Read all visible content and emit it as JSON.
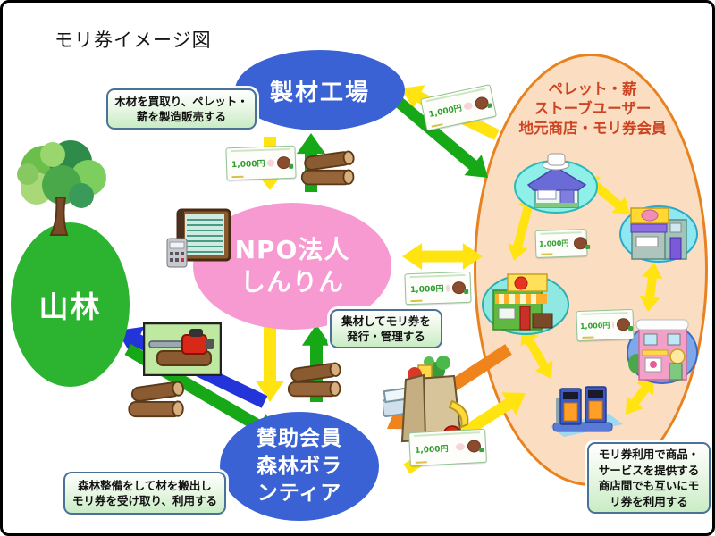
{
  "title": "モリ券イメージ図",
  "nodes": {
    "sawmill": {
      "label": "製材工場",
      "color": "#3b62d4"
    },
    "npo": {
      "lines": [
        "NPO法人",
        "しんりん"
      ],
      "color": "#f79ad1"
    },
    "forest": {
      "label": "山林",
      "color": "#2cb431"
    },
    "volunteer": {
      "lines": [
        "賛助会員",
        "森林ボラ",
        "ンティア"
      ],
      "color": "#3b62d4"
    },
    "members": {
      "lines": [
        "ペレット・薪",
        "ストーブユーザー",
        "地元商店・モリ券会員"
      ],
      "fill": "#fbddc2",
      "border": "#e8821e",
      "text_color": "#cc4422"
    }
  },
  "callouts": {
    "sawmill_note": {
      "lines": [
        "木材を買取り、ペレット・",
        "薪を製造販売する"
      ]
    },
    "npo_note": {
      "lines": [
        "集材してモリ券を",
        "発行・管理する"
      ]
    },
    "volunteer_note": {
      "lines": [
        "森林整備をして材を搬出し",
        "モリ券を受け取り、利用する"
      ]
    },
    "members_note": {
      "lines": [
        "モリ券利用で商品・",
        "サービスを提供する",
        "商店間でも互いにモ",
        "リ券を利用する"
      ]
    }
  },
  "voucher": {
    "value_label": "1,000円"
  },
  "arrow_colors": {
    "yellow": "#ffe412",
    "green": "#17a817",
    "blue": "#2334d8",
    "orange": "#ef831c"
  },
  "icons": {
    "tree-icon": "broadleaf tree",
    "logs-icon": "stacked logs",
    "chainsaw-icon": "chainsaw cutting a log",
    "ledger-calculator-icon": "ledger book with calculator",
    "grocery-bag-icon": "grocery bag with food and cash register",
    "cafe-shop-icon": "cafe store",
    "butcher-shop-icon": "butcher store",
    "grocer-shop-icon": "vegetable store",
    "boutique-shop-icon": "boutique store",
    "gas-station-icon": "gas station pumps",
    "voucher-icon": "mori voucher 1000 yen note"
  }
}
